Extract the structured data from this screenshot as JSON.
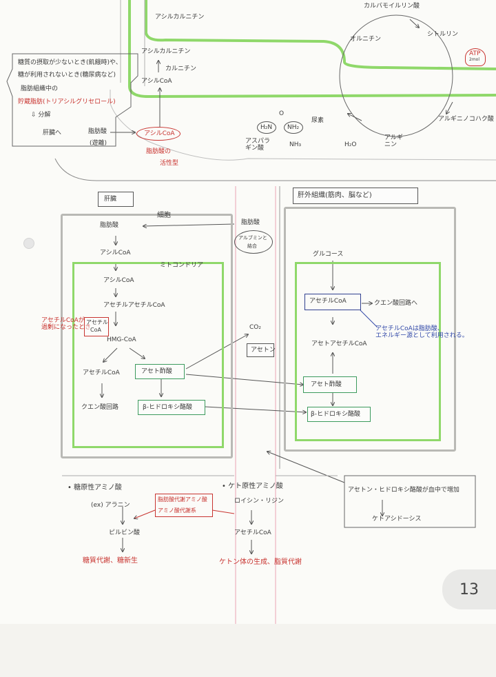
{
  "top": {
    "acyl_carnitine_top": "アシルカルニチン",
    "carbamoyl_phosphate": "カルバモイルリン酸",
    "ornithine": "オルニチン",
    "citrulline": "シトルリン",
    "atp": "ATP",
    "atp_sub": "2mol",
    "argininosuccinate": "アルギニノコハク酸",
    "arginine": "アルギニン",
    "acyl_carnitine": "アシルカルニチン",
    "carnitine": "カルニチン",
    "acyl_coa": "アシルCoA",
    "condition_1": "糖質の摂取が少ないとき(飢餓時)や、",
    "condition_2": "糖が利用されないとき(糖尿病など)",
    "condition_3": "脂肪組織中の",
    "condition_4": "貯蔵脂肪(トリアシルグリセロール)",
    "breakdown": "分解",
    "to_liver": "肝臓へ",
    "fatty_acid": "脂肪酸",
    "fatty_acid_sub": "(遊離)",
    "acyl_coa_red": "アシルCoA",
    "activation_1": "脂肪酸の",
    "activation_2": "活性型",
    "h2n": "H₂N",
    "nh2": "NH₂",
    "o": "O",
    "urea": "尿素",
    "aspartate_1": "アスパラ",
    "aspartate_2": "ギン酸",
    "nh3": "NH₃",
    "h2o": "H₂O",
    "arginine_b1": "アルギ",
    "arginine_b2": "ニン"
  },
  "liver": {
    "label": "肝臓",
    "cell": "細胞",
    "fatty_acid": "脂肪酸",
    "acyl_coa": "アシルCoA",
    "mito": "ミトコンドリア",
    "acyl_coa_2": "アシルCoA",
    "acetoacetyl_coa": "アセチルアセチルCoA",
    "note_1": "アセチルCoAが",
    "note_2": "過剰になったとき",
    "acetyl_coa_box_1": "アセチル",
    "acetyl_coa_box_2": "CoA",
    "hmg_coa": "HMG-CoA",
    "acetyl_coa": "アセチルCoA",
    "acetoacetate": "アセト酢酸",
    "tca": "クエン酸回路",
    "beta_hb": "β-ヒドロキシ酪酸"
  },
  "middle": {
    "fatty_acid": "脂肪酸",
    "albumin_1": "アルブミンと",
    "albumin_2": "結合",
    "co2": "CO₂",
    "acetone": "アセトン"
  },
  "extra": {
    "label": "肝外組織(筋肉、脳など)",
    "glucose": "グルコース",
    "acetyl_coa_box": "アセチルCoA",
    "tca": "クエン酸回路へ",
    "note_1": "アセチルCoAは脂肪酸、",
    "note_2": "エネルギー源として利用される。",
    "acetoacetyl_coa": "アセトアセチルCoA",
    "acetoacetate": "アセト酢酸",
    "beta_hb": "β-ヒドロキシ酪酸"
  },
  "bottom": {
    "gluco_title": "糖原性アミノ酸",
    "gluco_ex": "(ex) アラニン",
    "gluco_mid_1": "脂肪酸代謝アミノ酸",
    "gluco_mid_2": "アミノ酸代謝系",
    "pyruvate": "ピルビン酸",
    "gluconeo": "糖質代謝、糖新生",
    "keto_title": "ケト原性アミノ酸",
    "keto_ex": "ロイシン・リジン",
    "acetyl_coa": "アセチルCoA",
    "keto_result": "ケトン体の生成、脂質代謝",
    "ketone_note": "アセトン・ヒドロキシ酪酸が血中で増加",
    "ketoacidosis": "ケトアシドーシス"
  },
  "page_number": "13"
}
